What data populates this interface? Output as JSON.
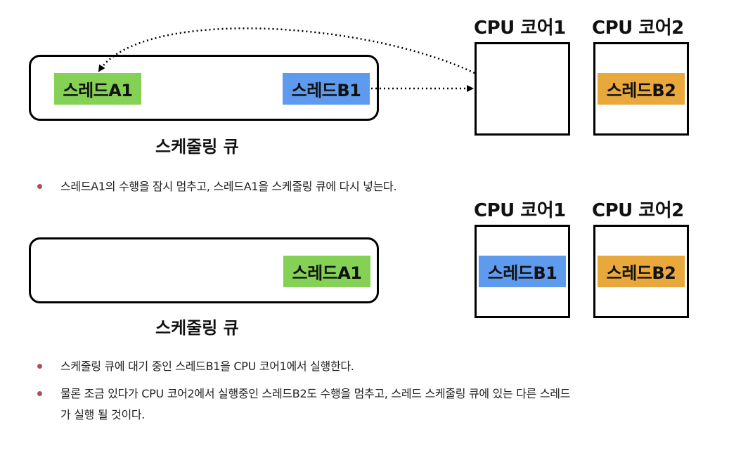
{
  "diagram1": {
    "core1_title": "CPU 코어1",
    "core2_title": "CPU 코어2",
    "queue_label": "스케줄링 큐",
    "thread_a1": "스레드A1",
    "thread_b1": "스레드B1",
    "thread_b2": "스레드B2"
  },
  "bullet1": "스레드A1의 수행을 잠시 멈추고, 스레드A1을 스케줄링 큐에 다시 넣는다.",
  "diagram2": {
    "core1_title": "CPU 코어1",
    "core2_title": "CPU 코어2",
    "queue_label": "스케줄링 큐",
    "thread_a1": "스레드A1",
    "thread_b1": "스레드B1",
    "thread_b2": "스레드B2"
  },
  "bullet2": "스케줄링 큐에 대기 중인 스레드B1을 CPU 코어1에서 실행한다.",
  "bullet3_line1": "물론 조금 있다가 CPU 코어2에서 실행중인 스레드B2도 수행을 멈추고, 스레드 스케줄링 큐에 있는 다른 스레드",
  "bullet3_line2": "가 실행 될 것이다.",
  "colors": {
    "thread_a": "#85d155",
    "thread_b1": "#5e9bef",
    "thread_b2": "#e8a83c",
    "bullet": "#b0504e"
  }
}
